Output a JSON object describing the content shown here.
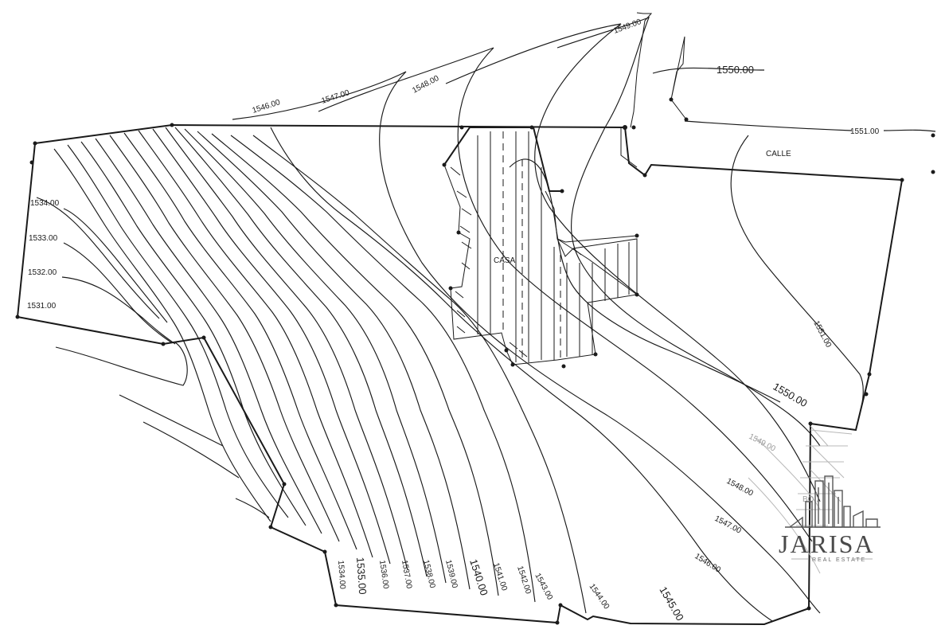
{
  "map": {
    "area_labels": {
      "house": "CASA",
      "street": "CALLE",
      "lower": "BO..."
    },
    "contour_labels": [
      {
        "text": "1531.00"
      },
      {
        "text": "1532.00"
      },
      {
        "text": "1533.00"
      },
      {
        "text": "1534.00"
      },
      {
        "text": "1546.00"
      },
      {
        "text": "1547.00"
      },
      {
        "text": "1548.00"
      },
      {
        "text": "1549.00"
      },
      {
        "text": "1550.00"
      },
      {
        "text": "1551.00"
      },
      {
        "text": "1551.00"
      },
      {
        "text": "1550.00"
      },
      {
        "text": "1549.00"
      },
      {
        "text": "1548.00"
      },
      {
        "text": "1547.00"
      },
      {
        "text": "1546.00"
      },
      {
        "text": "1545.00"
      },
      {
        "text": "1544.00"
      },
      {
        "text": "1543.00"
      },
      {
        "text": "1542.00"
      },
      {
        "text": "1541.00"
      },
      {
        "text": "1540.00"
      },
      {
        "text": "1539.00"
      },
      {
        "text": "1538.00"
      },
      {
        "text": "1537.00"
      },
      {
        "text": "1536.00"
      },
      {
        "text": "1535.00"
      },
      {
        "text": "1534.00"
      }
    ]
  },
  "watermark": {
    "brand": "JARISA",
    "tagline": "REAL ESTATE"
  }
}
